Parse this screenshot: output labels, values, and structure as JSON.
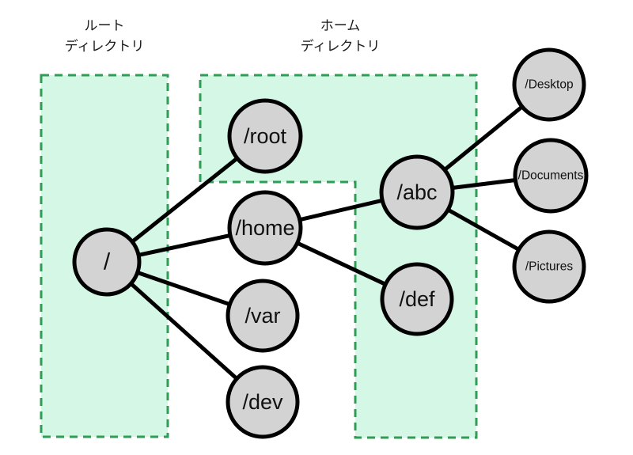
{
  "diagram": {
    "regions": {
      "root_directory": {
        "line1": "ルート",
        "line2": "ディレクトリ"
      },
      "home_directory": {
        "line1": "ホーム",
        "line2": "ディレクトリ"
      }
    },
    "nodes": {
      "root": {
        "label": "/"
      },
      "root_home": {
        "label": "/root"
      },
      "home": {
        "label": "/home"
      },
      "var": {
        "label": "/var"
      },
      "dev": {
        "label": "/dev"
      },
      "abc": {
        "label": "/abc"
      },
      "def": {
        "label": "/def"
      },
      "desktop": {
        "label": "/Desktop"
      },
      "documents": {
        "label": "/Documents"
      },
      "pictures": {
        "label": "/Pictures"
      }
    },
    "edges": [
      {
        "from": "/",
        "to": "/root"
      },
      {
        "from": "/",
        "to": "/home"
      },
      {
        "from": "/",
        "to": "/var"
      },
      {
        "from": "/",
        "to": "/dev"
      },
      {
        "from": "/home",
        "to": "/abc"
      },
      {
        "from": "/home",
        "to": "/def"
      },
      {
        "from": "/abc",
        "to": "/Desktop"
      },
      {
        "from": "/abc",
        "to": "/Documents"
      },
      {
        "from": "/abc",
        "to": "/Pictures"
      }
    ],
    "colors": {
      "region_fill": "#d5f7e6",
      "region_border": "#2f9e54",
      "node_fill": "#d3d3d3",
      "node_border": "#000000",
      "edge": "#000000",
      "text": "#1a1a1a"
    }
  }
}
